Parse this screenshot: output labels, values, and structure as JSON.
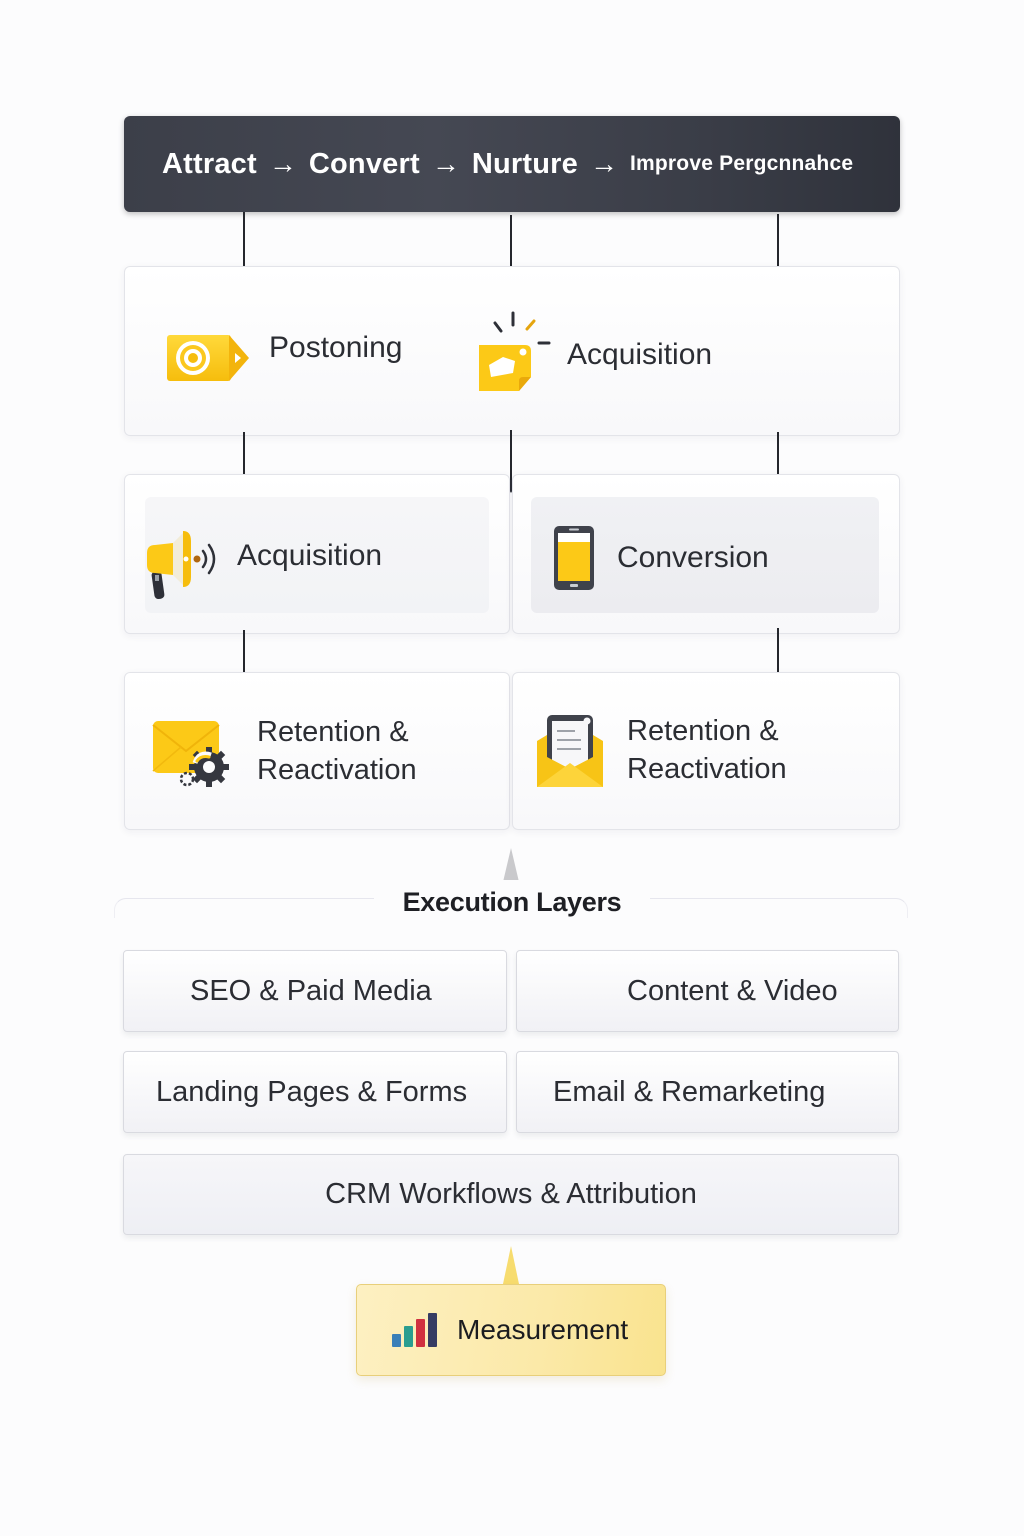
{
  "header": {
    "steps": [
      "Attract",
      "Convert",
      "Nurture",
      "Improve Pergcnnahce"
    ],
    "arrow": "→"
  },
  "stages": {
    "row1": [
      {
        "label": "Postoning",
        "icon": "target-tag-icon"
      },
      {
        "label": "Acquisition",
        "icon": "sticky-note-burst-icon"
      }
    ],
    "row2": [
      {
        "label": "Acquisition",
        "icon": "megaphone-icon"
      },
      {
        "label": "Conversion",
        "icon": "smartphone-icon"
      }
    ],
    "row3": [
      {
        "line1": "Retention &",
        "line2": "Reactivation",
        "icon": "envelope-gear-icon"
      },
      {
        "line1": "Retention &",
        "line2": "Reactivation",
        "icon": "open-envelope-letter-icon"
      }
    ]
  },
  "execution": {
    "title": "Execution Layers",
    "layers": [
      "SEO & Paid Media",
      "Content & Video",
      "Landing Pages & Forms",
      "Email & Remarketing",
      "CRM Workflows & Attribution"
    ]
  },
  "measurement": {
    "label": "Measurement",
    "icon": "bar-chart-icon",
    "bar_colors": [
      "#3a7fb8",
      "#2a9d8f",
      "#d0313f",
      "#363c63"
    ]
  },
  "colors": {
    "accent_yellow": "#fbcd1c",
    "header_bg": "#3f424c",
    "connector": "#25272d"
  }
}
